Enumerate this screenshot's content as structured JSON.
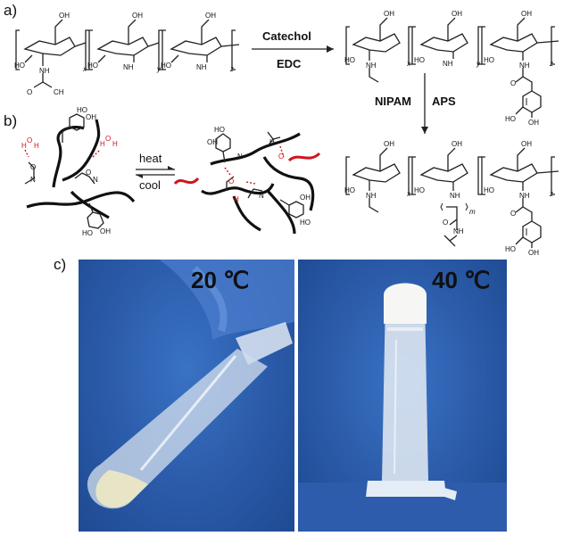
{
  "labels": {
    "a": "a)",
    "b": "b)",
    "c": "c)"
  },
  "reaction_1": {
    "reagent_top": "Catechol",
    "reagent_bottom": "EDC"
  },
  "reaction_2": {
    "reagent_left": "NIPAM",
    "reagent_right": "APS"
  },
  "equilibrium": {
    "forward": "heat",
    "reverse": "cool"
  },
  "chem_text": {
    "ho": "HO",
    "oh": "OH",
    "nh": "NH",
    "nh2": "NH",
    "o": "O",
    "ch3": "CH",
    "x": "x",
    "y": "y",
    "z": "z",
    "m": "m",
    "h": "H",
    "n": "N"
  },
  "photos": {
    "left_temp": "20 ℃",
    "right_temp": "40 ℃"
  },
  "colors": {
    "photo_background": "#2f63b0",
    "highlight_red": "#d0141c",
    "hydrogel": "#e6ecf4"
  }
}
